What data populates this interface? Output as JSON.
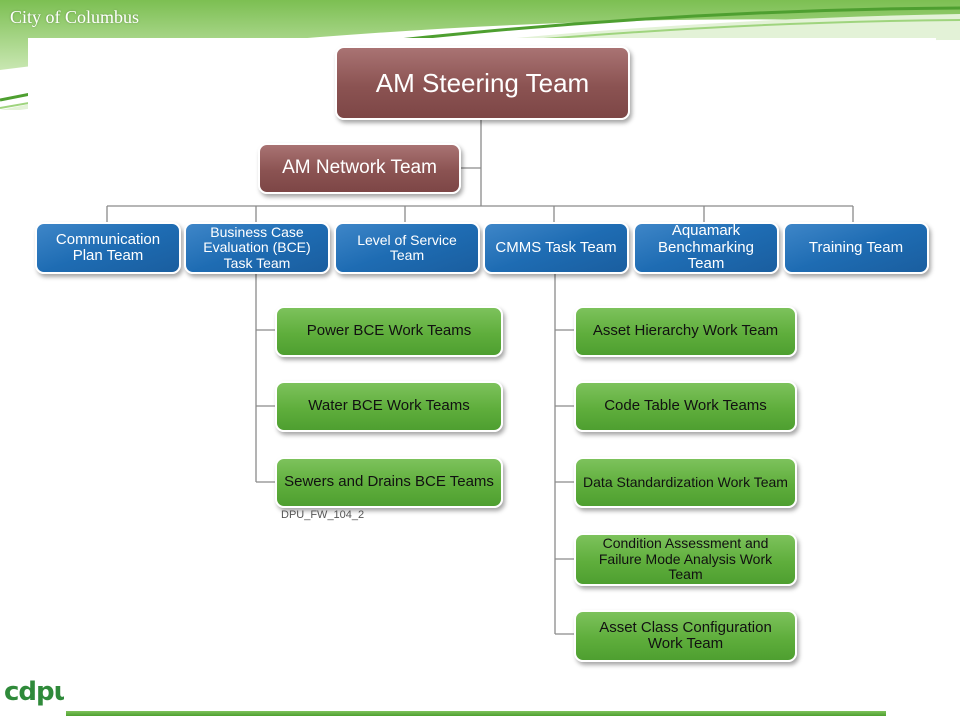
{
  "header": {
    "org_title": "City of Columbus"
  },
  "diagram": {
    "root": "AM Steering Team",
    "network": "AM Network Team",
    "teams": [
      {
        "label": "Communication Plan Team"
      },
      {
        "label": "Business Case Evaluation (BCE) Task Team"
      },
      {
        "label": "Level of Service Team"
      },
      {
        "label": "CMMS Task Team"
      },
      {
        "label": "Aquamark Benchmarking Team"
      },
      {
        "label": "Training Team"
      }
    ],
    "bce_work_teams": [
      "Power BCE Work Teams",
      "Water BCE Work Teams",
      "Sewers and Drains BCE Teams"
    ],
    "cmms_work_teams": [
      "Asset Hierarchy Work Team",
      "Code Table Work Teams",
      "Data Standardization Work Team",
      "Condition Assessment and Failure Mode Analysis Work Team",
      "Asset Class Configuration Work Team"
    ],
    "caption": "DPU_FW_104_2"
  },
  "footer": {
    "logo_text": "cdpu"
  },
  "colors": {
    "steering": "#8b5352",
    "task_team": "#1e6cb3",
    "work_team": "#5fae3c",
    "banner": "#5aa832"
  }
}
